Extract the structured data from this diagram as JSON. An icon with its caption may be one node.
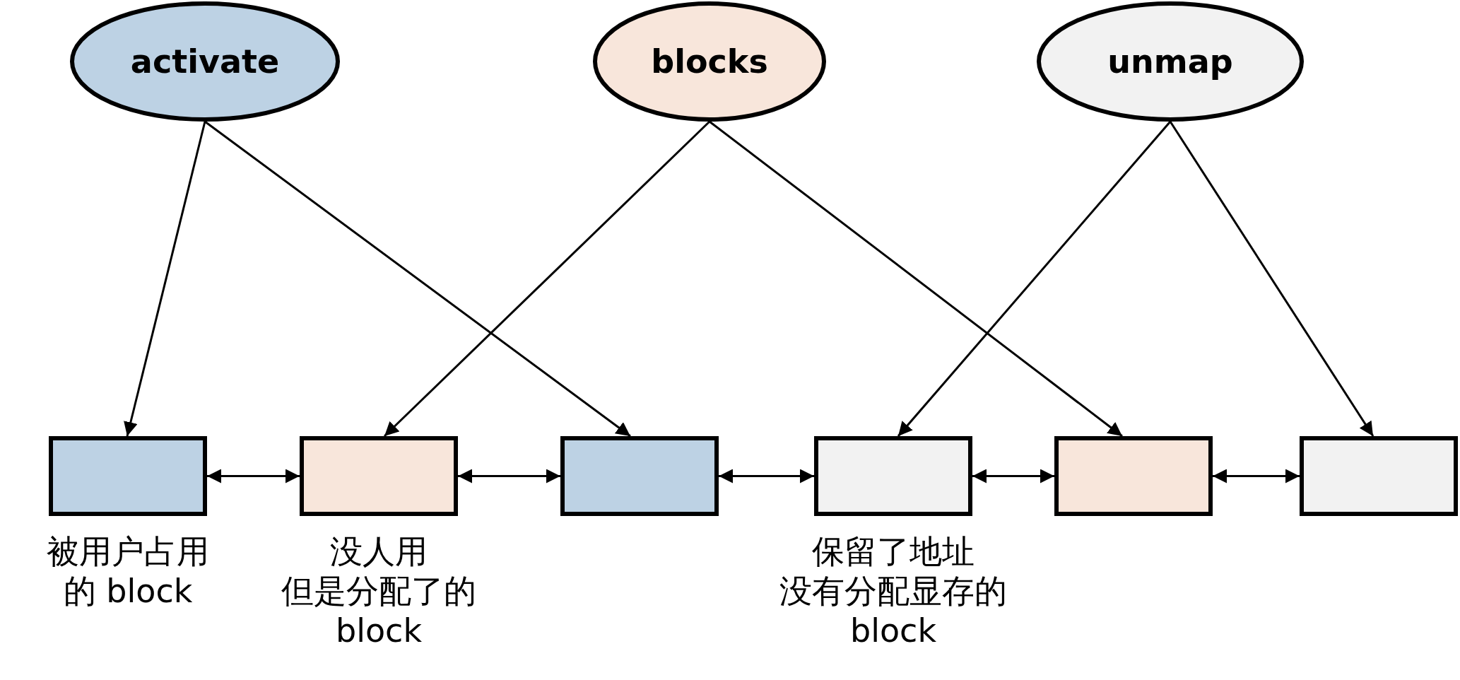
{
  "diagram": {
    "nodes": [
      {
        "text": [
          "activate"
        ]
      },
      {
        "text": [
          "blocks"
        ]
      },
      {
        "text": [
          "unmap"
        ]
      },
      {
        "text": [],
        "shape": "box",
        "beside": [
          "被用户占用的 block"
        ]
      },
      {
        "text": [],
        "shape": "box",
        "beside": [
          "没人用但是分配了的 block"
        ]
      },
      {
        "text": [],
        "shape": "box"
      },
      {
        "text": [],
        "shape": "box",
        "beside": [
          "保留了地址没有分配显存的 block"
        ]
      },
      {
        "text": [],
        "shape": "box"
      },
      {
        "text": [],
        "shape": "box"
      }
    ],
    "edges": [
      {
        "from": 0,
        "to": 3,
        "arrow": "to"
      },
      {
        "from": 0,
        "to": 5,
        "arrow": "to"
      },
      {
        "from": 1,
        "to": 4,
        "arrow": "to"
      },
      {
        "from": 1,
        "to": 7,
        "arrow": "to"
      },
      {
        "from": 2,
        "to": 6,
        "arrow": "to"
      },
      {
        "from": 2,
        "to": 8,
        "arrow": "to"
      },
      {
        "from": 3,
        "to": 4,
        "arrow": "both"
      },
      {
        "from": 4,
        "to": 5,
        "arrow": "both"
      },
      {
        "from": 5,
        "to": 6,
        "arrow": "both"
      },
      {
        "from": 6,
        "to": 7,
        "arrow": "both"
      },
      {
        "from": 7,
        "to": 8,
        "arrow": "both"
      }
    ]
  }
}
